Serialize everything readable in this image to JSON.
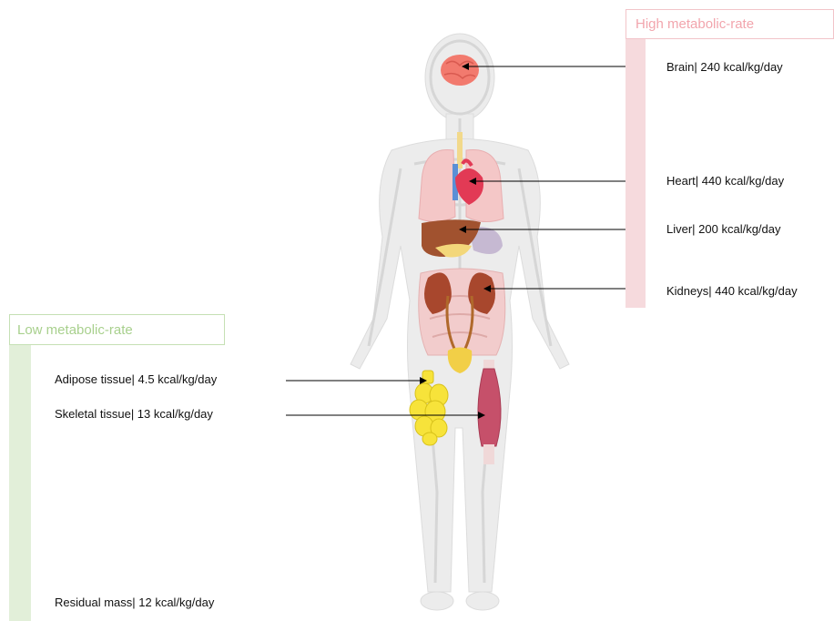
{
  "high": {
    "title": "High metabolic-rate",
    "color": "#f6dadd",
    "text_color": "#f2a5ad",
    "items": {
      "brain": "Brain| 240 kcal/kg/day",
      "heart": "Heart| 440 kcal/kg/day",
      "liver": "Liver| 200 kcal/kg/day",
      "kidneys": "Kidneys| 440 kcal/kg/day"
    }
  },
  "low": {
    "title": "Low metabolic-rate",
    "color": "#e2efd9",
    "text_color": "#a8d08d",
    "items": {
      "adipose": "Adipose tissue| 4.5 kcal/kg/day",
      "skeletal": "Skeletal tissue| 13 kcal/kg/day",
      "residual": "Residual mass| 12 kcal/kg/day"
    }
  }
}
